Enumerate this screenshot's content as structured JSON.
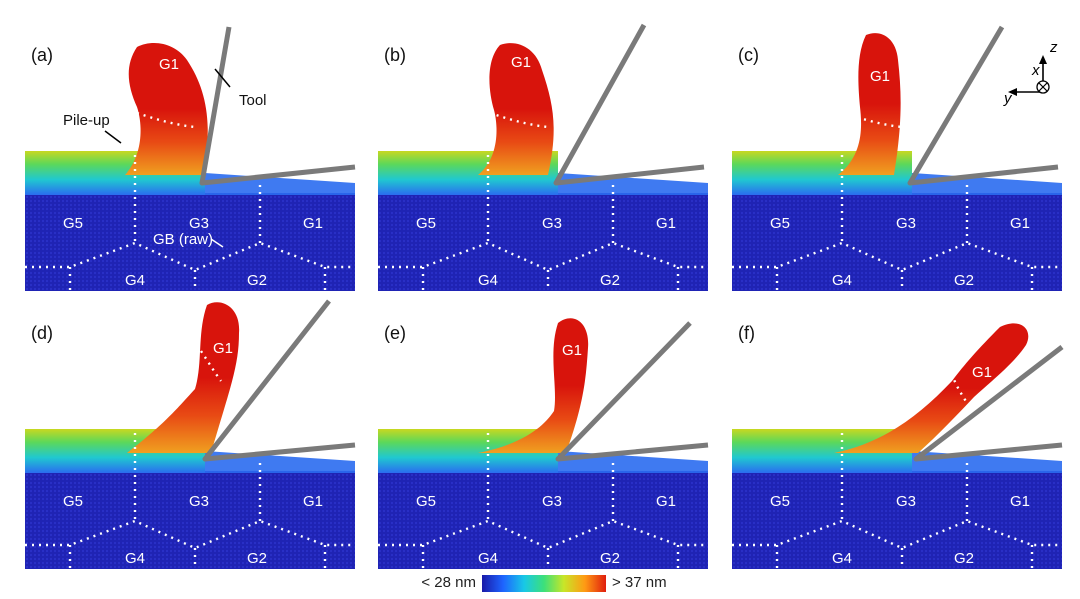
{
  "panels": [
    {
      "id": "a",
      "label": "(a)",
      "frame": 0
    },
    {
      "id": "b",
      "label": "(b)",
      "frame": 1
    },
    {
      "id": "c",
      "label": "(c)",
      "frame": 2
    },
    {
      "id": "d",
      "label": "(d)",
      "frame": 3
    },
    {
      "id": "e",
      "label": "(e)",
      "frame": 4
    },
    {
      "id": "f",
      "label": "(f)",
      "frame": 5
    }
  ],
  "grain_labels": {
    "chip": "G1",
    "left": "G5",
    "center": "G3",
    "right": "G1",
    "bottom_left": "G4",
    "bottom_right": "G2"
  },
  "annotations": {
    "tool": "Tool",
    "pileup": "Pile-up",
    "gb": "GB (raw)"
  },
  "axes": {
    "z": "z",
    "x": "x",
    "y": "y"
  },
  "colorbar": {
    "min_label": "< 28 nm",
    "max_label": "> 37 nm",
    "colors": [
      "#1a1aa8",
      "#1e64ff",
      "#18c8e6",
      "#3ce07a",
      "#c8e628",
      "#ff9a14",
      "#e01e0e"
    ]
  },
  "colors": {
    "substrate": "#1f23b4",
    "chip": "#d8140c",
    "tool": "#7a7a7a",
    "gb_line": "#ffffff"
  }
}
